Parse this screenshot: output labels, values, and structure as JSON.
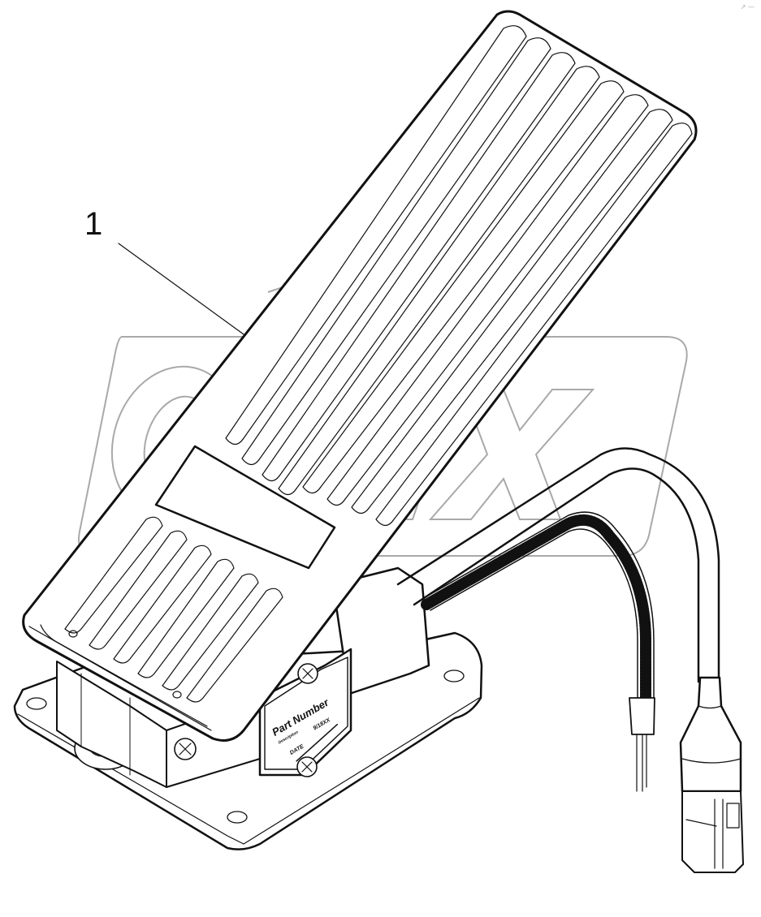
{
  "diagram": {
    "type": "parts-illustration",
    "subject": "accelerator pedal assembly with cable harness and connector",
    "callouts": [
      {
        "number": "1",
        "target": "pedal assembly"
      }
    ],
    "watermark": {
      "text": "OPEX",
      "color": "#a9a9a9"
    },
    "sensor_label": {
      "title": "Part Number",
      "subtitle": "Description",
      "date_label": "DATE",
      "code": "9/18XX"
    },
    "corner_mark": "↗ —",
    "line_color": "#111111",
    "background": "#ffffff"
  }
}
